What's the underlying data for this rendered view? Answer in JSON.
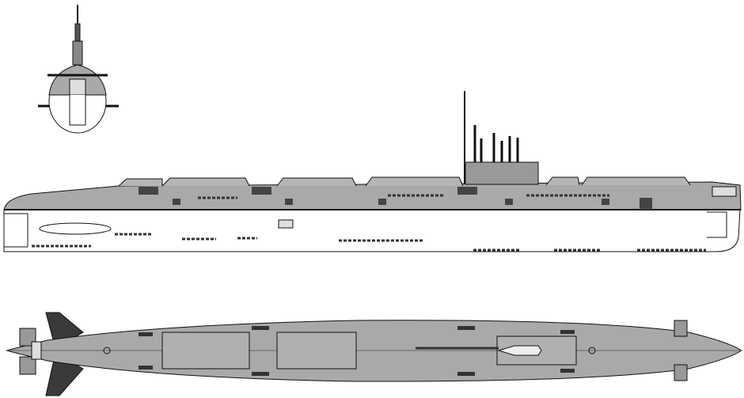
{
  "colors": {
    "hull_gray": "#a9a9a9",
    "dark_gray": "#3a3a3a",
    "outline": "#111111",
    "background": "#ffffff"
  },
  "views": [
    "front-view",
    "side-view",
    "top-view"
  ]
}
